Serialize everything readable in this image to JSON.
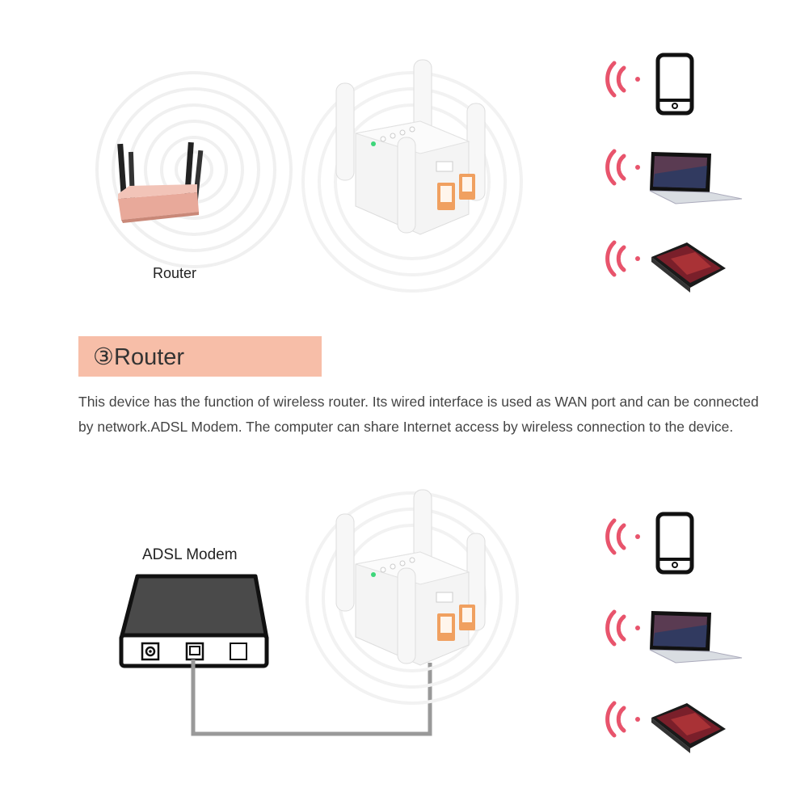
{
  "diagram": {
    "top": {
      "source_label": "Router",
      "devices": [
        "phone-icon",
        "laptop-icon",
        "tablet-icon"
      ]
    },
    "section": {
      "badge": "③",
      "title": "Router",
      "description": "This device has the function of wireless router. Its wired interface is used as WAN port and can be connected by network.ADSL Modem. The computer can share Internet access by wireless connection to the device."
    },
    "bottom": {
      "source_label": "ADSL Modem",
      "devices": [
        "phone-icon",
        "laptop-icon",
        "tablet-icon"
      ]
    }
  },
  "colors": {
    "banner": "#f7bea8",
    "signal": "#e8546c",
    "router_body": "#e8a99a",
    "port": "#f0a060",
    "cable": "#999999"
  }
}
